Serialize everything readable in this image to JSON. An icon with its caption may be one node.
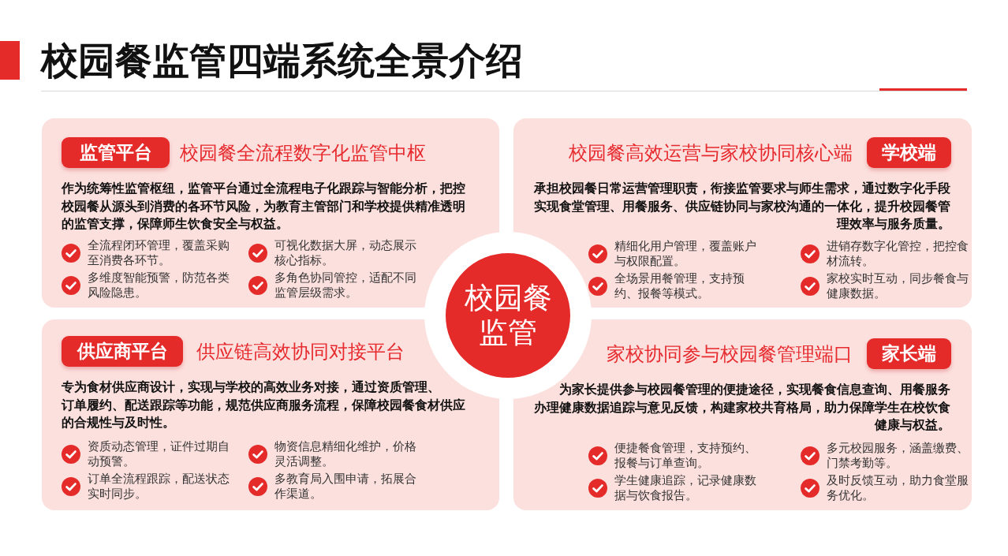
{
  "diagram": {
    "title": "校园餐监管四端系统全景介绍",
    "nodes": [
      {
        "text": [
          "校园餐全流程数字化监管中枢",
          "作为统筹性监管枢纽，监管平台通过全流程电子化跟踪与智能分析，把控校园餐从源头到消费的各环节风险，为教育主管部门和学校提供精准透明的监管支撑，保障师生饮食安全与权益。",
          "全流程闭环管理，覆盖采购至消费各环节。",
          "可视化数据大屏，动态展示核心指标。",
          "多维度智能预警，防范各类风险隐患。",
          "多角色协同管控，适配不同监管层级需求。"
        ]
      },
      {
        "text": [
          "监管平台"
        ],
        "in": 0
      },
      {
        "text": [
          "校园餐高效运营与家校协同核心端",
          "承担校园餐日常运营管理职责，衔接监管要求与师生需求，通过数字化手段实现食堂管理、用餐服务、供应链协同与家校沟通的一体化，提升校园餐管理效率与服务质量。",
          "精细化用户管理，覆盖账户与权限配置。",
          "进销存数字化管控，把控食材流转。",
          "全场景用餐管理，支持预约、报餐等模式。",
          "家校实时互动，同步餐食与健康数据。"
        ]
      },
      {
        "text": [
          "学校端"
        ],
        "in": 2
      },
      {
        "text": [
          "校园餐监管"
        ]
      },
      {
        "text": [
          "供应链高效协同对接平台",
          "专为食材供应商设计，实现与学校的高效业务对接，通过资质管理、订单履约、配送跟踪等功能，规范供应商服务流程，保障校园餐食材供应的合规性与及时性。",
          "资质动态管理，证件过期自动预警。",
          "物资信息精细化维护，价格灵活调整。",
          "订单全流程跟踪，配送状态实时同步。",
          "多教育局入围申请，拓展合作渠道。"
        ]
      },
      {
        "text": [
          "供应商平台"
        ],
        "in": 5
      },
      {
        "text": [
          "家校协同参与校园餐管理端口",
          "为家长提供参与校园餐管理的便捷途径，实现餐食信息查询、用餐服务办理健康数据追踪与意见反馈，构建家校共育格局，助力保障学生在校饮食健康与权益。",
          "便捷餐食管理，支持预约、报餐与订单查询。",
          "多元校园服务，涵盖缴费、门禁考勤等。",
          "学生健康追踪，记录健康数据与饮食报告。",
          "及时反馈互动，助力食堂服务优化。"
        ]
      },
      {
        "text": [
          "家长端"
        ],
        "in": 7
      }
    ]
  }
}
